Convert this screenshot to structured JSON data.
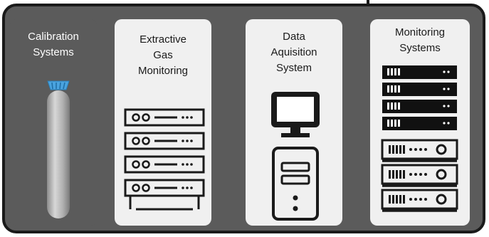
{
  "panels": {
    "calibration": {
      "line1": "Calibration",
      "line2": "Systems"
    },
    "extractive": {
      "line1": "Extractive",
      "line2": "Gas",
      "line3": "Monitoring"
    },
    "daq": {
      "line1": "Data",
      "line2": "Aquisition",
      "line3": "System"
    },
    "monitoring": {
      "line1": "Monitoring",
      "line2": "Systems"
    }
  },
  "colors": {
    "background": "#5b5b5b",
    "panel": "#f0f0f0",
    "ink": "#1a1a1a",
    "valve": "#4aa3df",
    "cylinder": "#b8b8b8"
  },
  "icons": [
    "gas-cylinder-icon",
    "server-rack-icon",
    "computer-monitor-icon",
    "desktop-tower-icon",
    "server-unit-icon",
    "rack-unit-icon"
  ]
}
